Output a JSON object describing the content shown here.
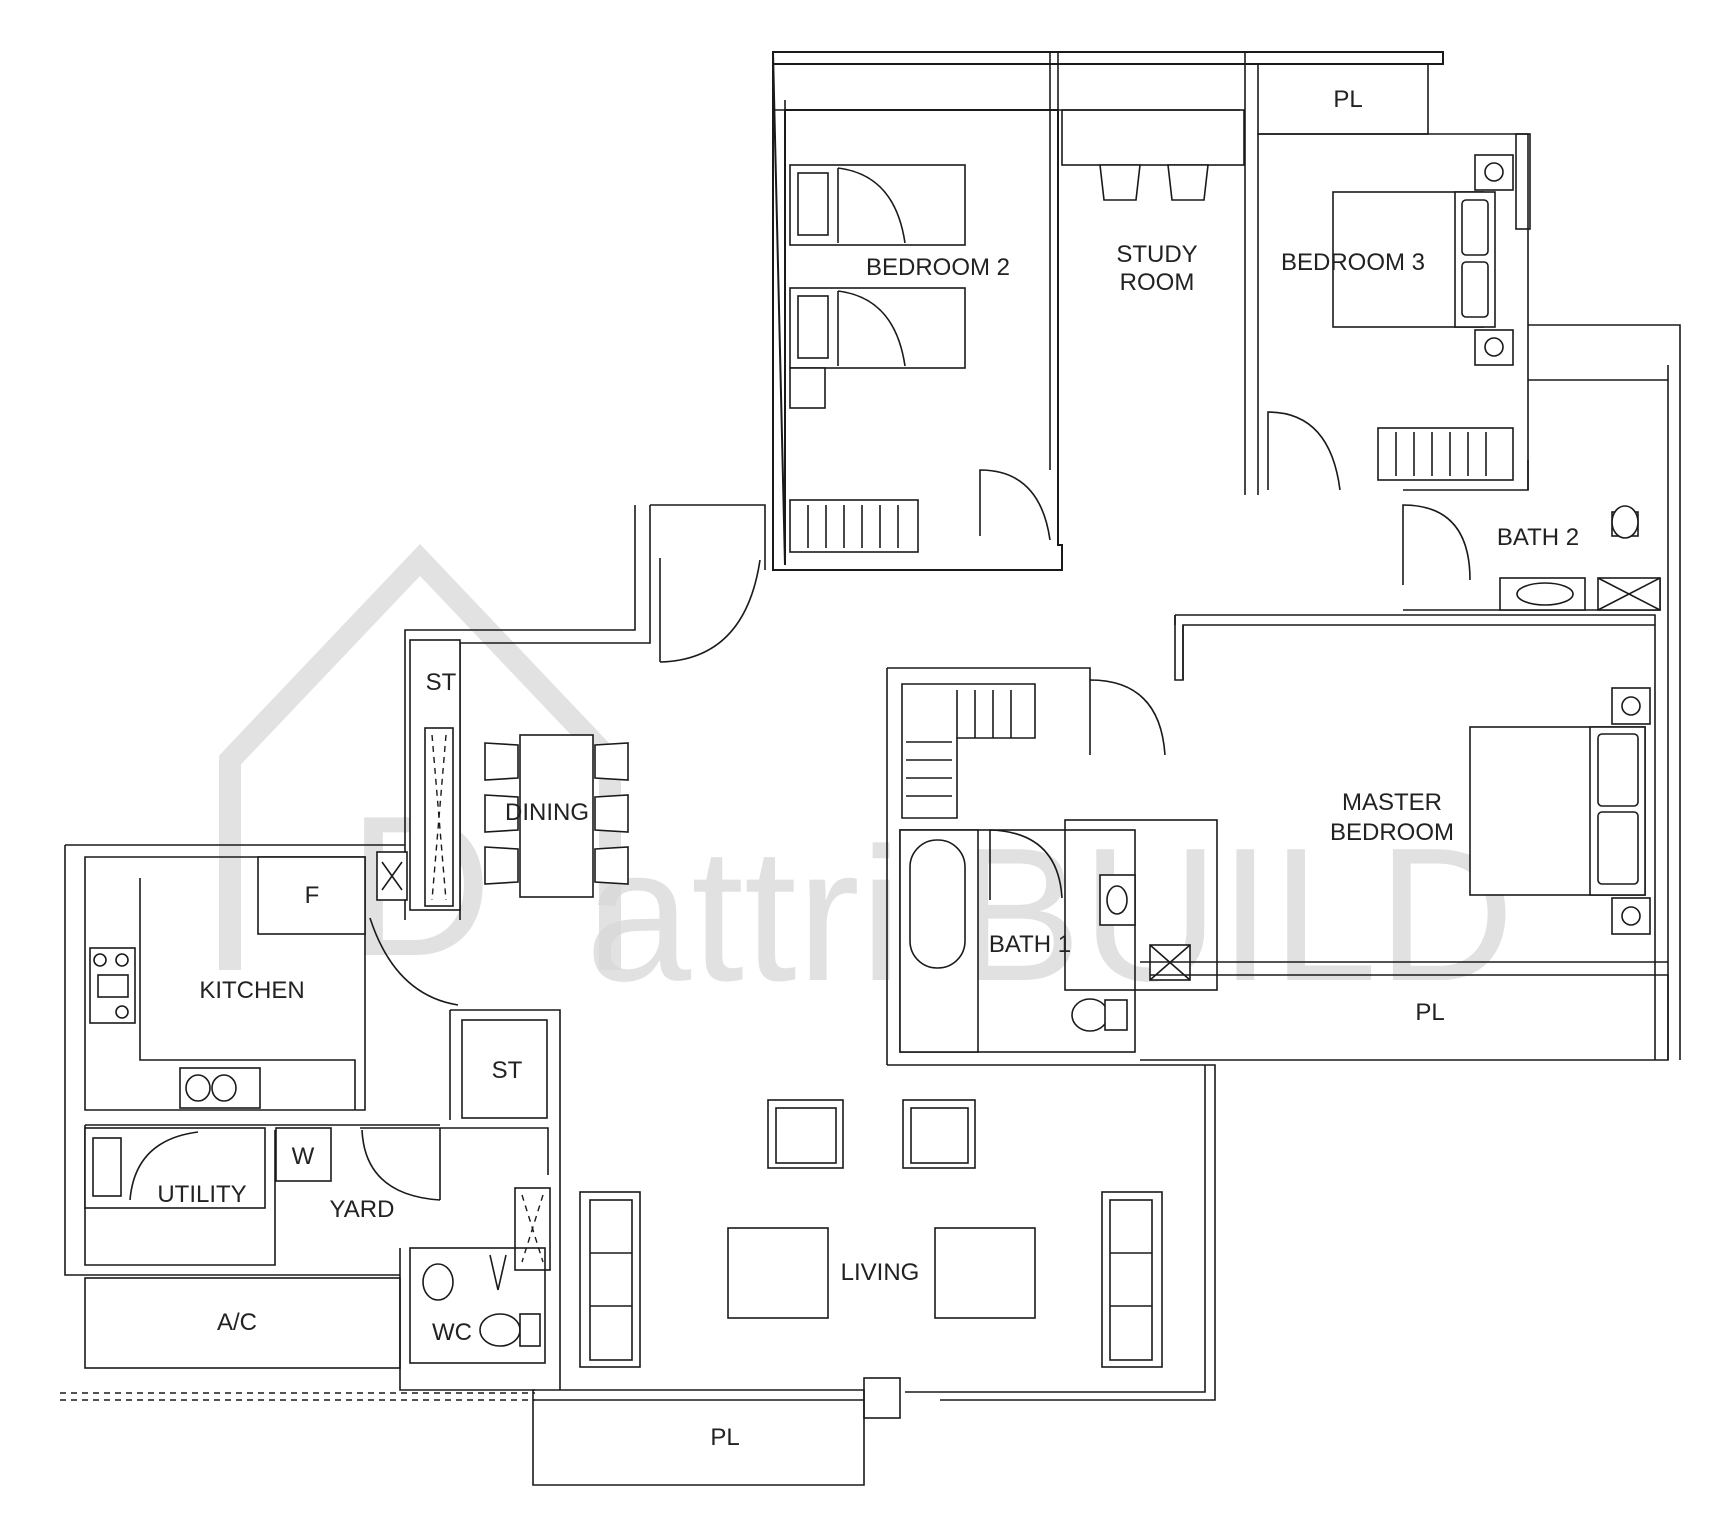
{
  "rooms": {
    "bedroom2": "BEDROOM 2",
    "study_line1": "STUDY",
    "study_line2": "ROOM",
    "bedroom3": "BEDROOM 3",
    "bath2": "BATH 2",
    "master_line1": "MASTER",
    "master_line2": "BEDROOM",
    "bath1": "BATH 1",
    "dining": "DINING",
    "kitchen": "KITCHEN",
    "fridge": "F",
    "store_dining": "ST",
    "store_yard": "ST",
    "washer": "W",
    "utility": "UTILITY",
    "yard": "YARD",
    "aircon": "A/C",
    "wc": "WC",
    "living": "LIVING",
    "planter_top": "PL",
    "planter_master": "PL",
    "planter_living": "PL"
  },
  "watermark": {
    "text": "attri.BUILD",
    "logo_letter": "D",
    "color": "#d8d8d8"
  },
  "colors": {
    "line": "#1a1a1a",
    "background": "#ffffff"
  }
}
